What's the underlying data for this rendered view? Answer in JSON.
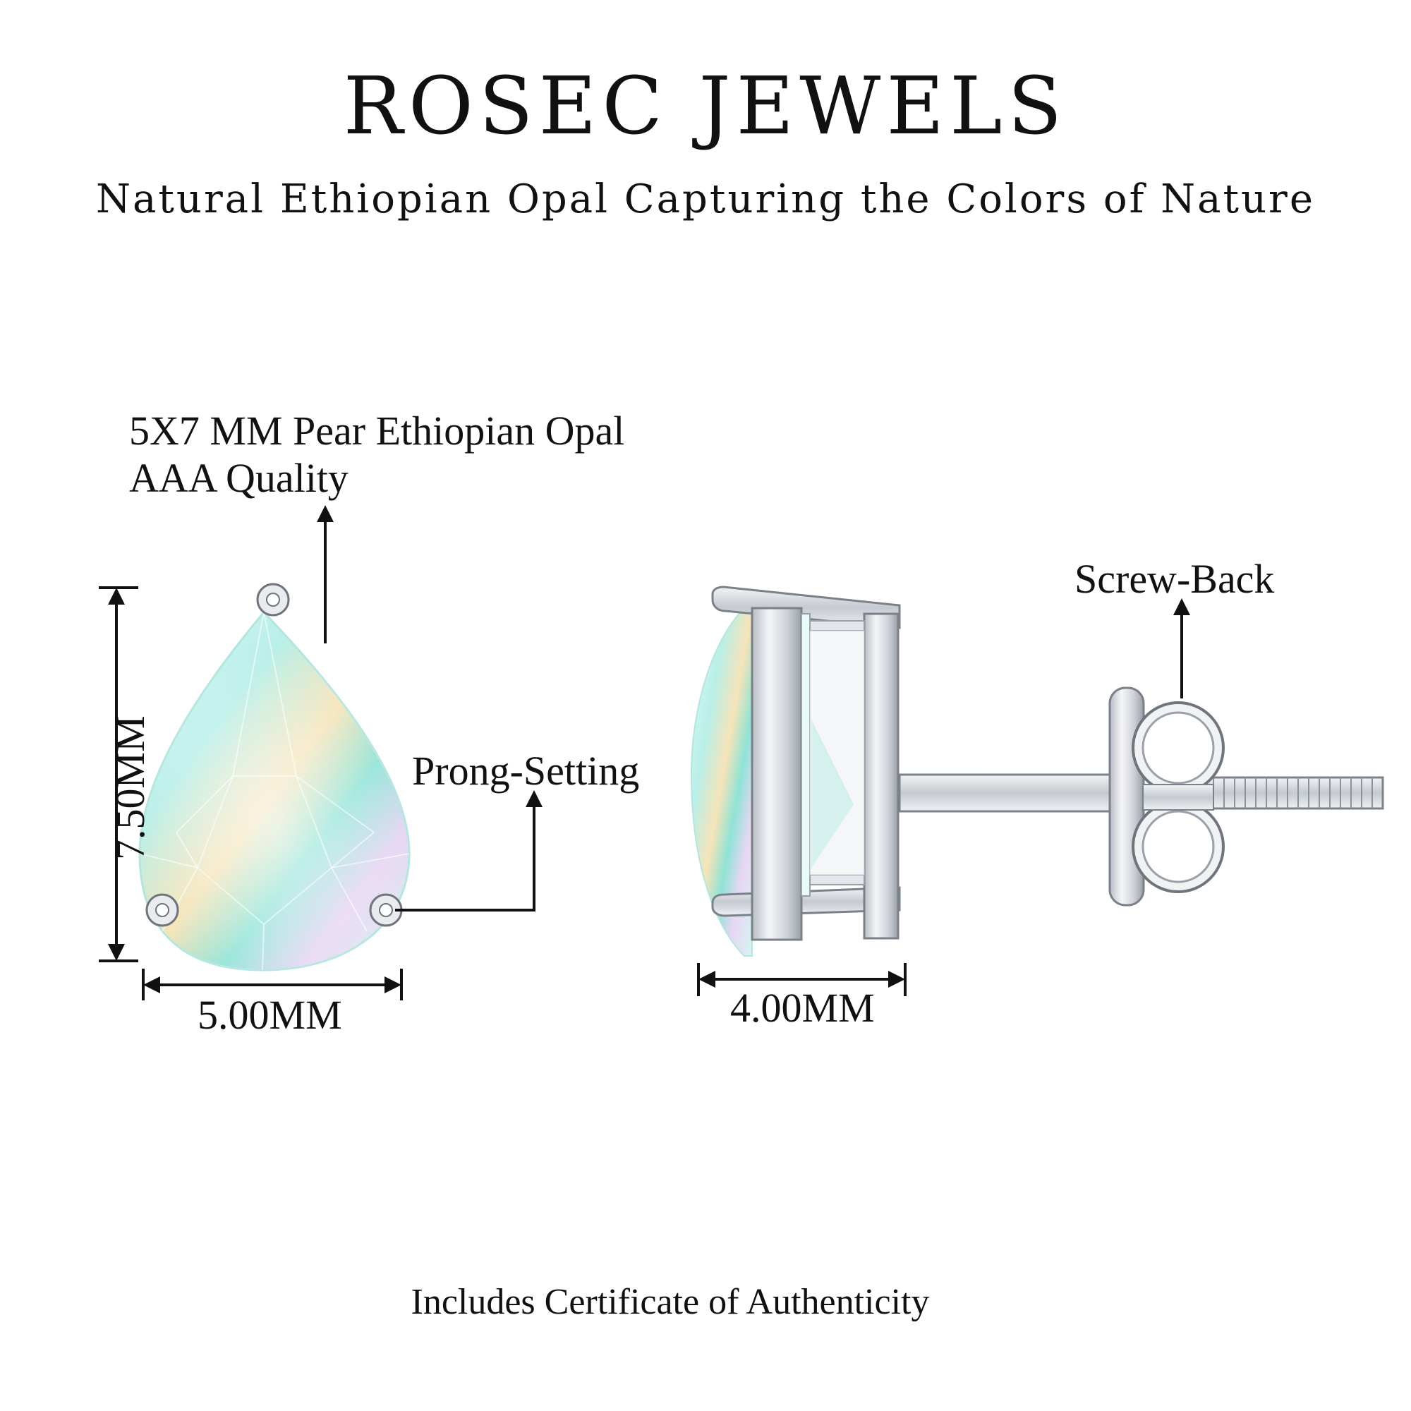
{
  "header": {
    "brand": "ROSEC JEWELS",
    "tagline": "Natural Ethiopian Opal Capturing the Colors of Nature"
  },
  "front_view": {
    "stone_label_line1": "5X7 MM Pear Ethiopian Opal",
    "stone_label_line2": "AAA Quality",
    "setting_label": "Prong-Setting",
    "height_dimension": "7.50MM",
    "width_dimension": "5.00MM"
  },
  "side_view": {
    "back_label": "Screw-Back",
    "depth_dimension": "4.00MM"
  },
  "footer": {
    "certificate_note": "Includes Certificate of Authenticity"
  },
  "colors": {
    "text": "#111111",
    "metal": "#d8dadf",
    "metal_dark": "#9aa0a8",
    "opal_base": "#c9f2ee",
    "opal_accent": "#8fe3d6"
  }
}
